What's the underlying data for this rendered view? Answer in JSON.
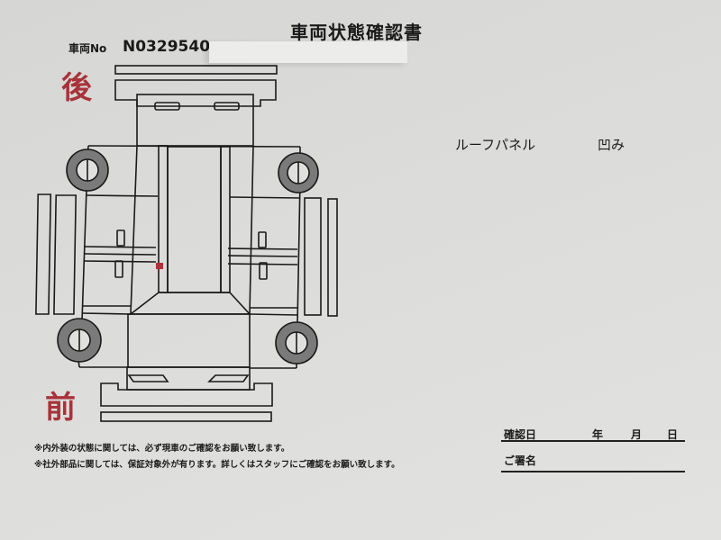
{
  "document": {
    "title": "車両状態確認書",
    "vehicle_no_label": "車両No",
    "vehicle_no": "N0329540"
  },
  "diagram": {
    "rear_label": "後",
    "front_label": "前",
    "mark_color": "#b0303a",
    "label_color": "#a8333a"
  },
  "damage": {
    "part": "ルーフパネル",
    "type": "凹み"
  },
  "notes": [
    "※内外装の状態に関しては、必ず現車のご確認をお願い致します。",
    "※社外部品に関しては、保証対象外が有ります。詳しくはスタッフにご確認をお願い致します。"
  ],
  "confirmation": {
    "date_label": "確認日",
    "year": "年",
    "month": "月",
    "day": "日",
    "signature_label": "ご署名"
  }
}
